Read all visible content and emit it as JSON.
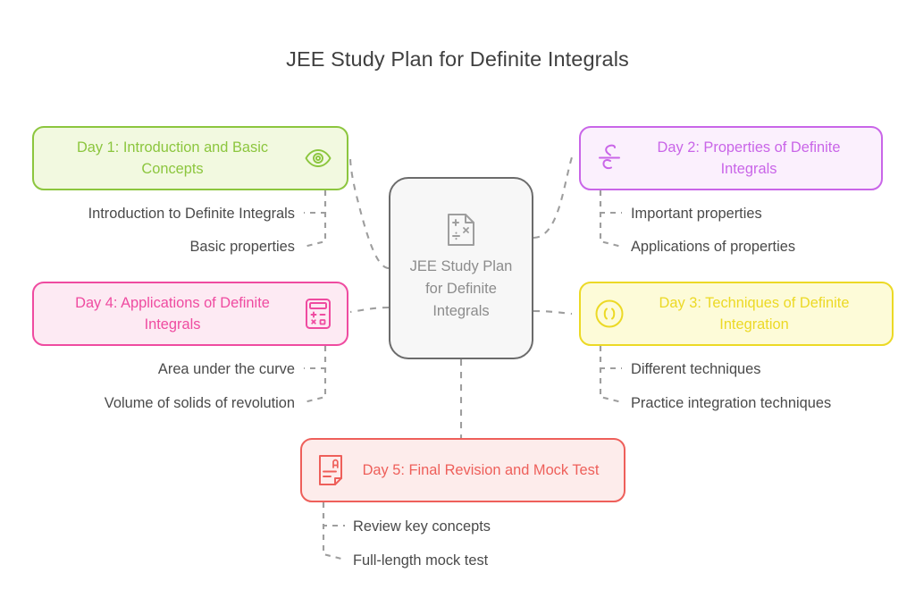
{
  "title": "JEE Study Plan for Definite Integrals",
  "center": {
    "label": "JEE Study Plan for Definite Integrals",
    "icon": "math-document-icon",
    "border_color": "#6b6b6b",
    "fill_color": "#f7f7f7",
    "text_color": "#8c8c8c"
  },
  "branches": [
    {
      "id": "day1",
      "label": "Day 1: Introduction and Basic Concepts",
      "icon": "eye-icon",
      "icon_side": "right",
      "accent_color": "#8cc63e",
      "fill_color": "#f2f9e0",
      "side": "left",
      "leaves": [
        "Introduction to Definite Integrals",
        "Basic properties"
      ]
    },
    {
      "id": "day2",
      "label": "Day 2: Properties of Definite Integrals",
      "icon": "integral-icon",
      "icon_side": "left",
      "accent_color": "#c965e8",
      "fill_color": "#fbf0fd",
      "side": "right",
      "leaves": [
        "Important properties",
        "Applications of properties"
      ]
    },
    {
      "id": "day3",
      "label": "Day 3: Techniques of Definite Integration",
      "icon": "brackets-circle-icon",
      "icon_side": "left",
      "accent_color": "#ecd925",
      "fill_color": "#fdfbd8",
      "side": "right",
      "leaves": [
        "Different techniques",
        "Practice integration techniques"
      ]
    },
    {
      "id": "day4",
      "label": "Day 4: Applications of Definite Integrals",
      "icon": "calculator-icon",
      "icon_side": "right",
      "accent_color": "#ef4ba0",
      "fill_color": "#fdeaf3",
      "side": "left",
      "leaves": [
        "Area under the curve",
        "Volume of solids of revolution"
      ]
    },
    {
      "id": "day5",
      "label": "Day 5: Final Revision and Mock Test",
      "icon": "exam-paper-icon",
      "icon_side": "left",
      "accent_color": "#ee5f5a",
      "fill_color": "#fdeceb",
      "side": "bottom",
      "leaves": [
        "Review key concepts",
        "Full-length mock test"
      ]
    }
  ],
  "connector": {
    "color": "#9e9e9e",
    "style": "dashed"
  }
}
